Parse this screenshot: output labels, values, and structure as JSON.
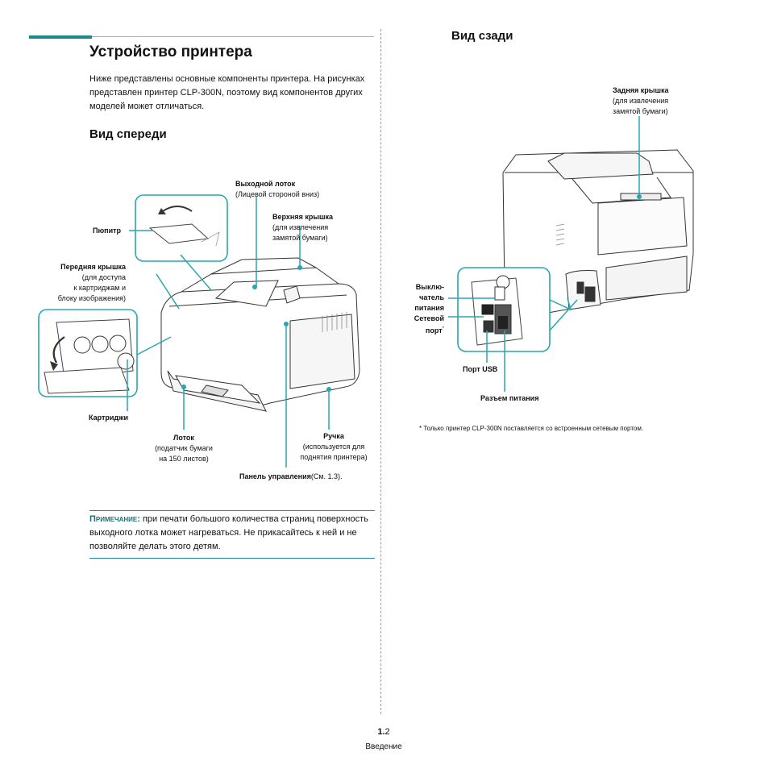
{
  "header": {
    "accent_color": "#1a8a8f"
  },
  "title": "Устройство принтера",
  "intro": "Ниже представлены основные компоненты принтера. На рисунках представлен принтер CLP-300N, поэтому вид компонентов других моделей может отличаться.",
  "front": {
    "heading": "Вид спереди",
    "labels": {
      "output_tray_title": "Выходной лоток",
      "output_tray_sub": "(Лицевой стороной вниз)",
      "top_cover_title": "Верхняя крышка",
      "top_cover_sub1": "(для извлечения",
      "top_cover_sub2": "замятой бумаги)",
      "stand": "Пюпитр",
      "front_cover_title": "Передняя крышка",
      "front_cover_sub1": "(для доступа",
      "front_cover_sub2": "к картриджам и",
      "front_cover_sub3": "блоку изображения)",
      "cartridges": "Картриджи",
      "tray_title": "Лоток",
      "tray_sub1": "(податчик бумаги",
      "tray_sub2": "на 150 листов)",
      "handle_title": "Ручка",
      "handle_sub1": "(используется для",
      "handle_sub2": "поднятия принтера)",
      "control_panel_title": "Панель управления",
      "control_panel_ref": "(См. 1.3)."
    }
  },
  "rear": {
    "heading": "Вид сзади",
    "labels": {
      "rear_cover_title": "Задняя крышка",
      "rear_cover_sub1": "(для извлечения",
      "rear_cover_sub2": "замятой бумаги)",
      "switch1": "Выклю-",
      "switch2": "чатель",
      "switch3": "питания",
      "network1": "Сетевой",
      "network2": "порт",
      "network_mark": "*",
      "usb": "Порт USB",
      "power": "Разъем питания"
    }
  },
  "note": {
    "label": "Примечание:",
    "text": " при печати большого количества страниц поверхность выходного лотка может нагреваться. Не прикасайтесь к ней и не позволяйте делать этого детям."
  },
  "footnote": "*   Только принтер CLP-300N поставляется со встроенным сетевым портом.",
  "footer": {
    "page_bold": "1.",
    "page_num": "2",
    "section": "Введение"
  }
}
